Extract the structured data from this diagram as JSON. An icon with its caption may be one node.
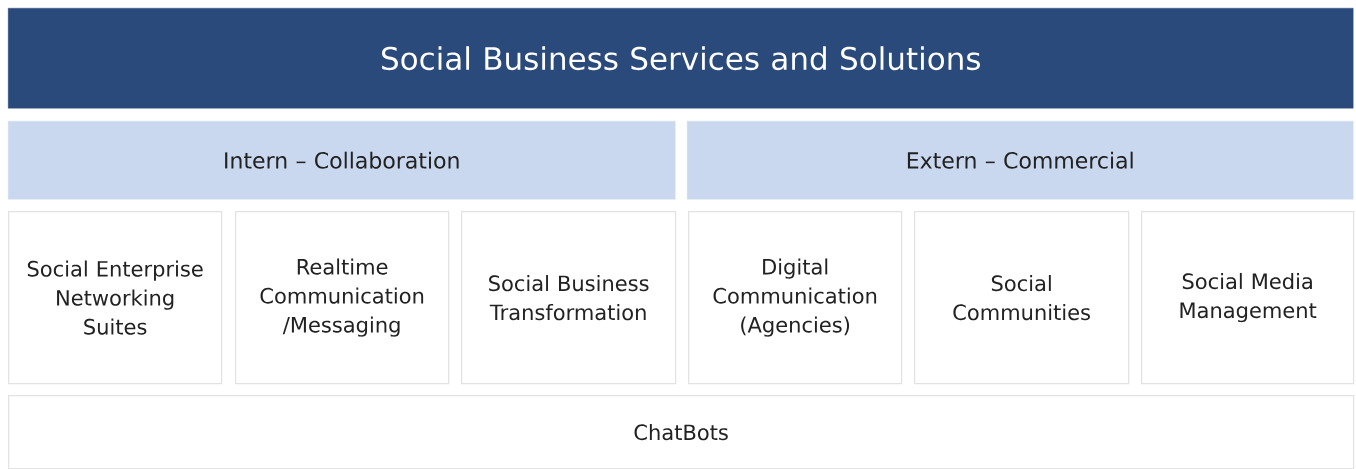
{
  "diagram": {
    "nodes": [
      {
        "text": [
          "Social Business Services and Solutions"
        ]
      },
      {
        "text": [
          "Intern – Collaboration"
        ]
      },
      {
        "text": [
          "Extern – Commercial"
        ]
      },
      {
        "text": [
          "Social Enterprise Networking Suites"
        ]
      },
      {
        "text": [
          "Realtime Communication /Messaging"
        ]
      },
      {
        "text": [
          "Social Business Transformation"
        ]
      },
      {
        "text": [
          "Digital Communication (Agencies)"
        ]
      },
      {
        "text": [
          "Social Communities"
        ]
      },
      {
        "text": [
          "Social Media Management"
        ]
      },
      {
        "text": [
          "ChatBots"
        ]
      }
    ]
  }
}
